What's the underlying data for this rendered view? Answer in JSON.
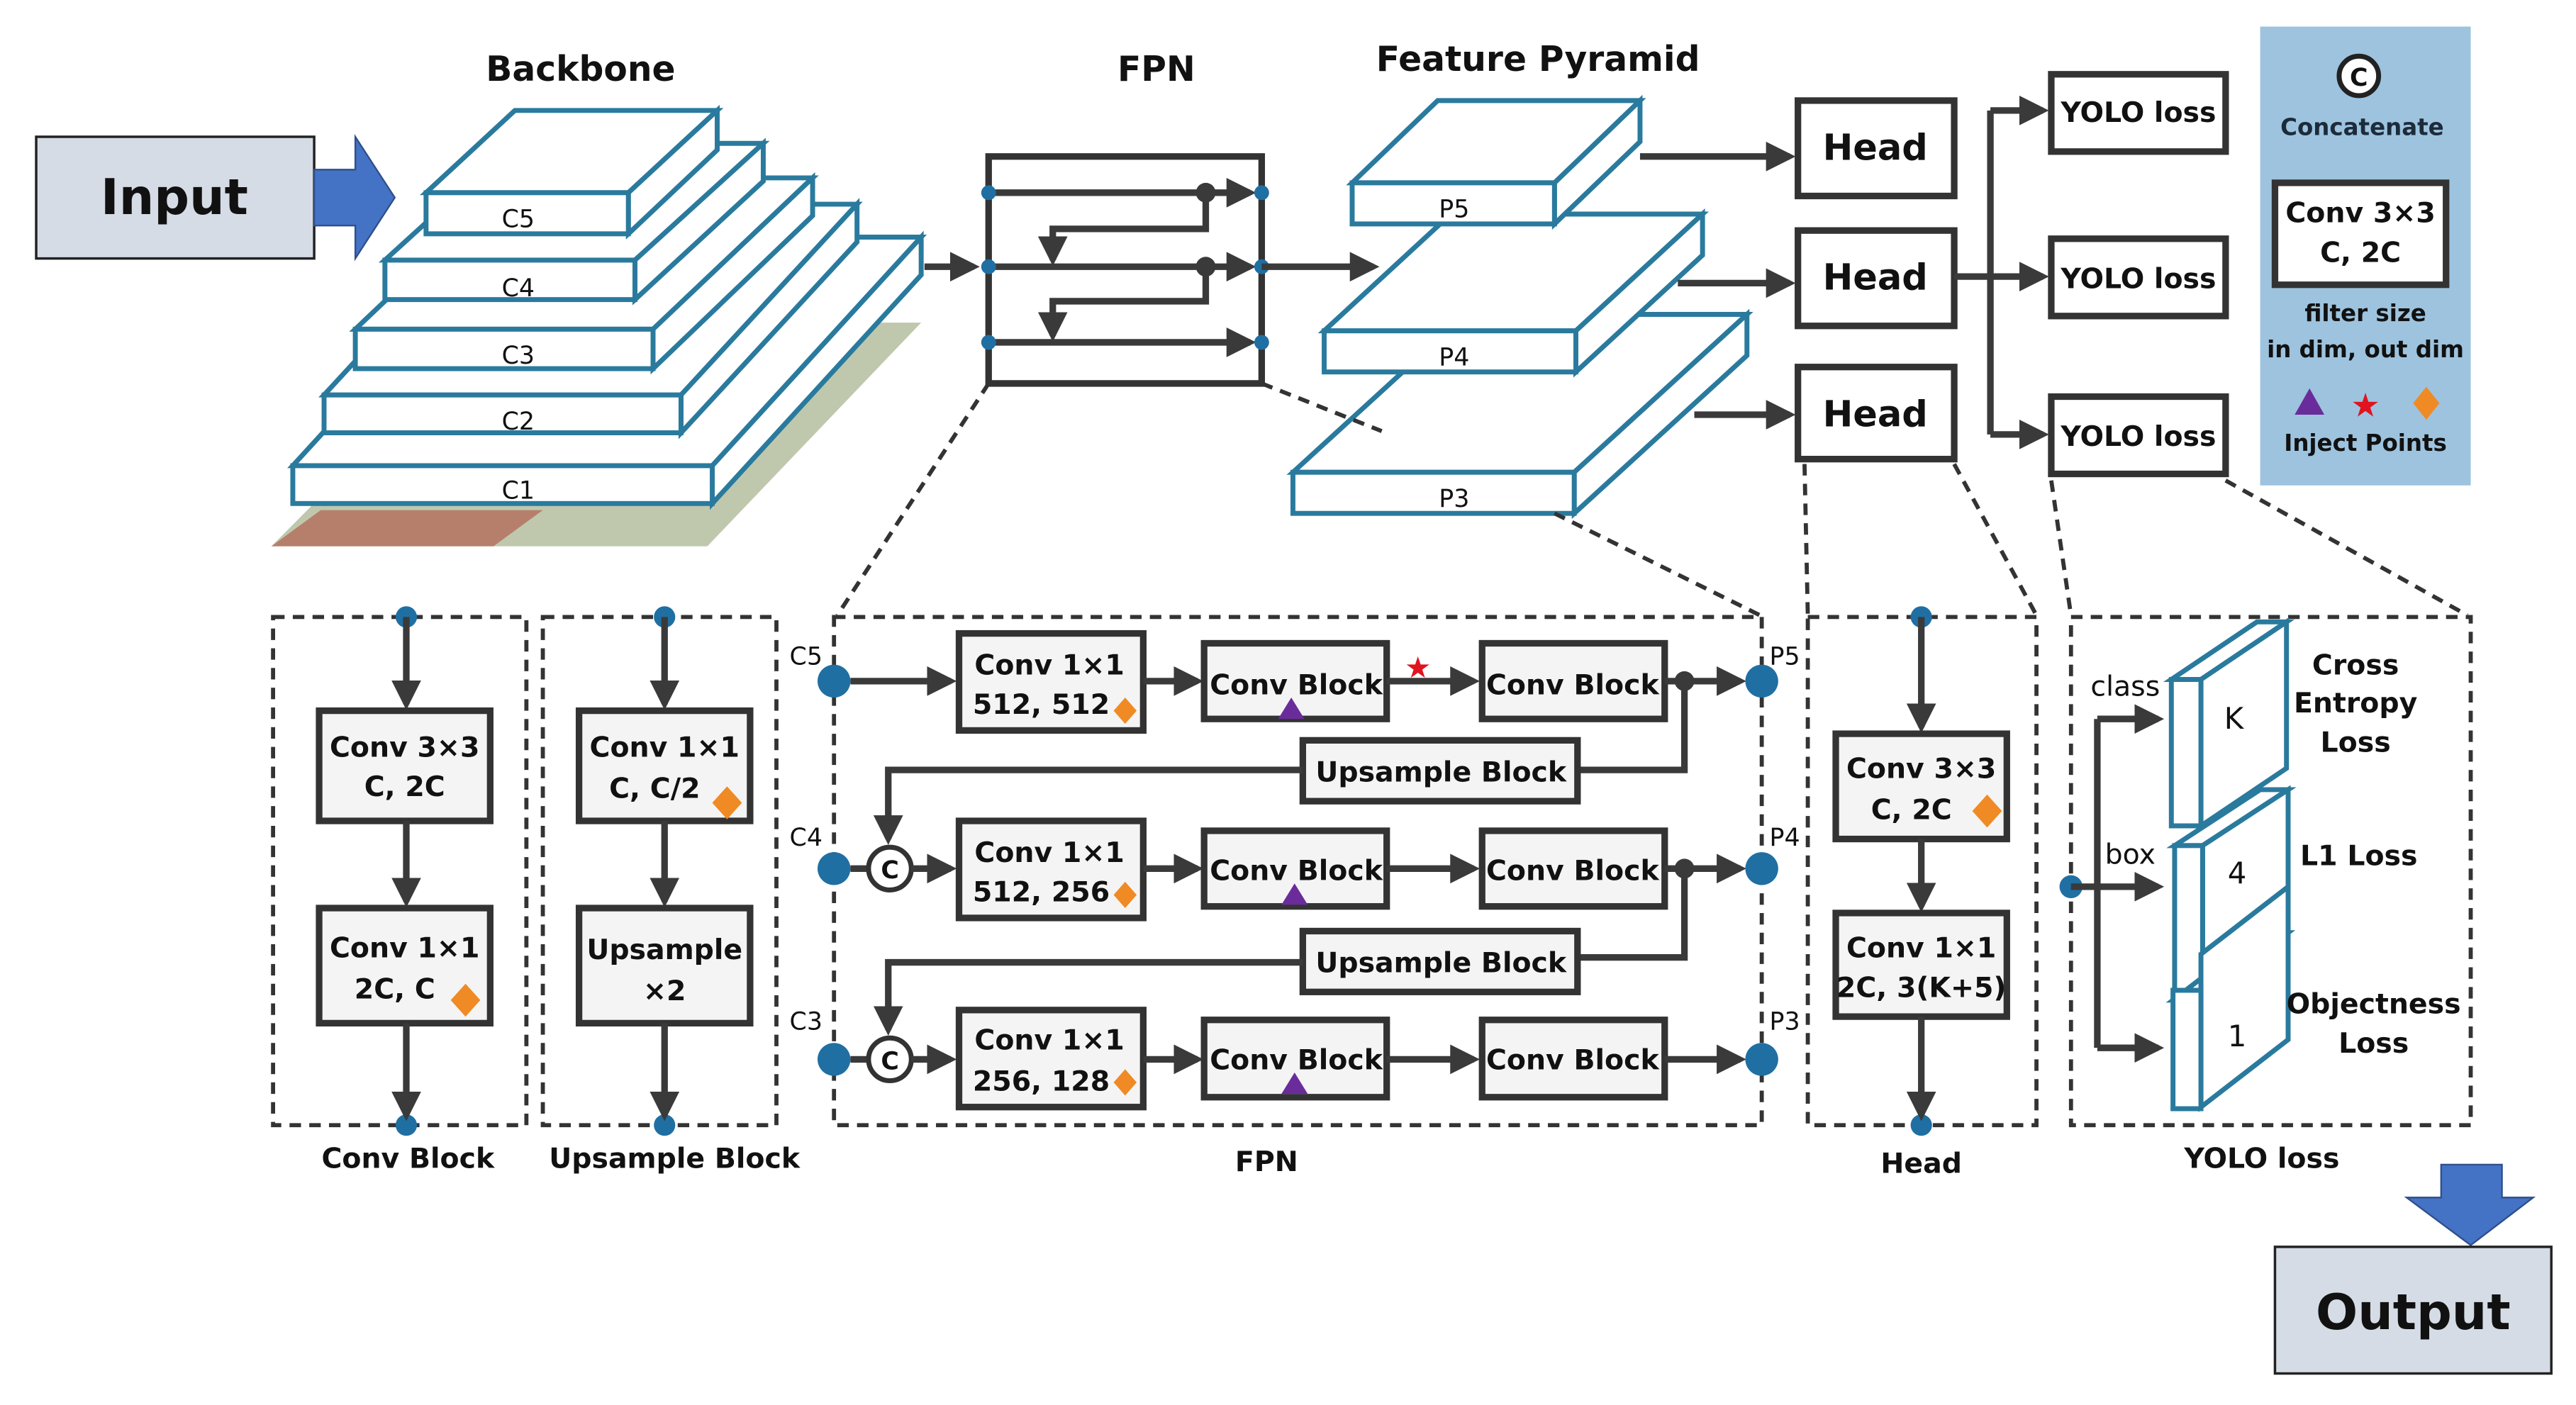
{
  "io": {
    "input": "Input",
    "output": "Output"
  },
  "titles": {
    "backbone": "Backbone",
    "fpn": "FPN",
    "feature_pyramid": "Feature Pyramid"
  },
  "backbone_layers": [
    "C5",
    "C4",
    "C3",
    "C2",
    "C1"
  ],
  "pyramid_layers": [
    "P5",
    "P4",
    "P3"
  ],
  "heads": [
    "Head",
    "Head",
    "Head"
  ],
  "yolo_losses": [
    "YOLO loss",
    "YOLO loss",
    "YOLO loss"
  ],
  "legend": {
    "concat_symbol": "C",
    "concat_label": "Concatenate",
    "example_line1": "Conv 3×3",
    "example_line2": "C, 2C",
    "desc_line1": "filter size",
    "desc_line2": "in dim, out dim",
    "inject_label": "Inject Points",
    "colors": {
      "background": "#9dc3df",
      "triangle": "#6a2c9a",
      "star": "#e0141e",
      "diamond": "#f08a24"
    }
  },
  "conv_block": {
    "title": "Conv Block",
    "box1": [
      "Conv 3×3",
      "C, 2C"
    ],
    "box2": [
      "Conv 1×1",
      "2C, C"
    ]
  },
  "upsample_block": {
    "title": "Upsample Block",
    "box1": [
      "Conv 1×1",
      "C, C/2"
    ],
    "box2": [
      "Upsample",
      "×2"
    ]
  },
  "fpn_detail": {
    "title": "FPN",
    "inputs": [
      "C5",
      "C4",
      "C3"
    ],
    "outputs": [
      "P5",
      "P4",
      "P3"
    ],
    "rows": [
      {
        "conv": [
          "Conv 1×1",
          "512, 512"
        ],
        "block1": "Conv Block",
        "block2": "Conv Block"
      },
      {
        "conv": [
          "Conv 1×1",
          "512, 256"
        ],
        "block1": "Conv Block",
        "block2": "Conv Block"
      },
      {
        "conv": [
          "Conv 1×1",
          "256, 128"
        ],
        "block1": "Conv Block",
        "block2": "Conv Block"
      }
    ],
    "upsample": "Upsample Block",
    "concat": "C"
  },
  "head_detail": {
    "title": "Head",
    "box1": [
      "Conv 3×3",
      "C, 2C"
    ],
    "box2": [
      "Conv 1×1",
      "2C, 3(K+5)"
    ]
  },
  "yolo_detail": {
    "title": "YOLO loss",
    "branches": [
      "class",
      "box"
    ],
    "slabs": [
      {
        "value": "K",
        "label": [
          "Cross",
          "Entropy",
          "Loss"
        ]
      },
      {
        "value": "4",
        "label": [
          "L1 Loss"
        ]
      },
      {
        "value": "1",
        "label": [
          "Objectness",
          "Loss"
        ]
      }
    ]
  },
  "colors": {
    "arrow_blue": "#4472c4",
    "io_box": "#d6dce5",
    "slab_stroke": "#2a7a9e",
    "node": "#1f6fa3"
  }
}
